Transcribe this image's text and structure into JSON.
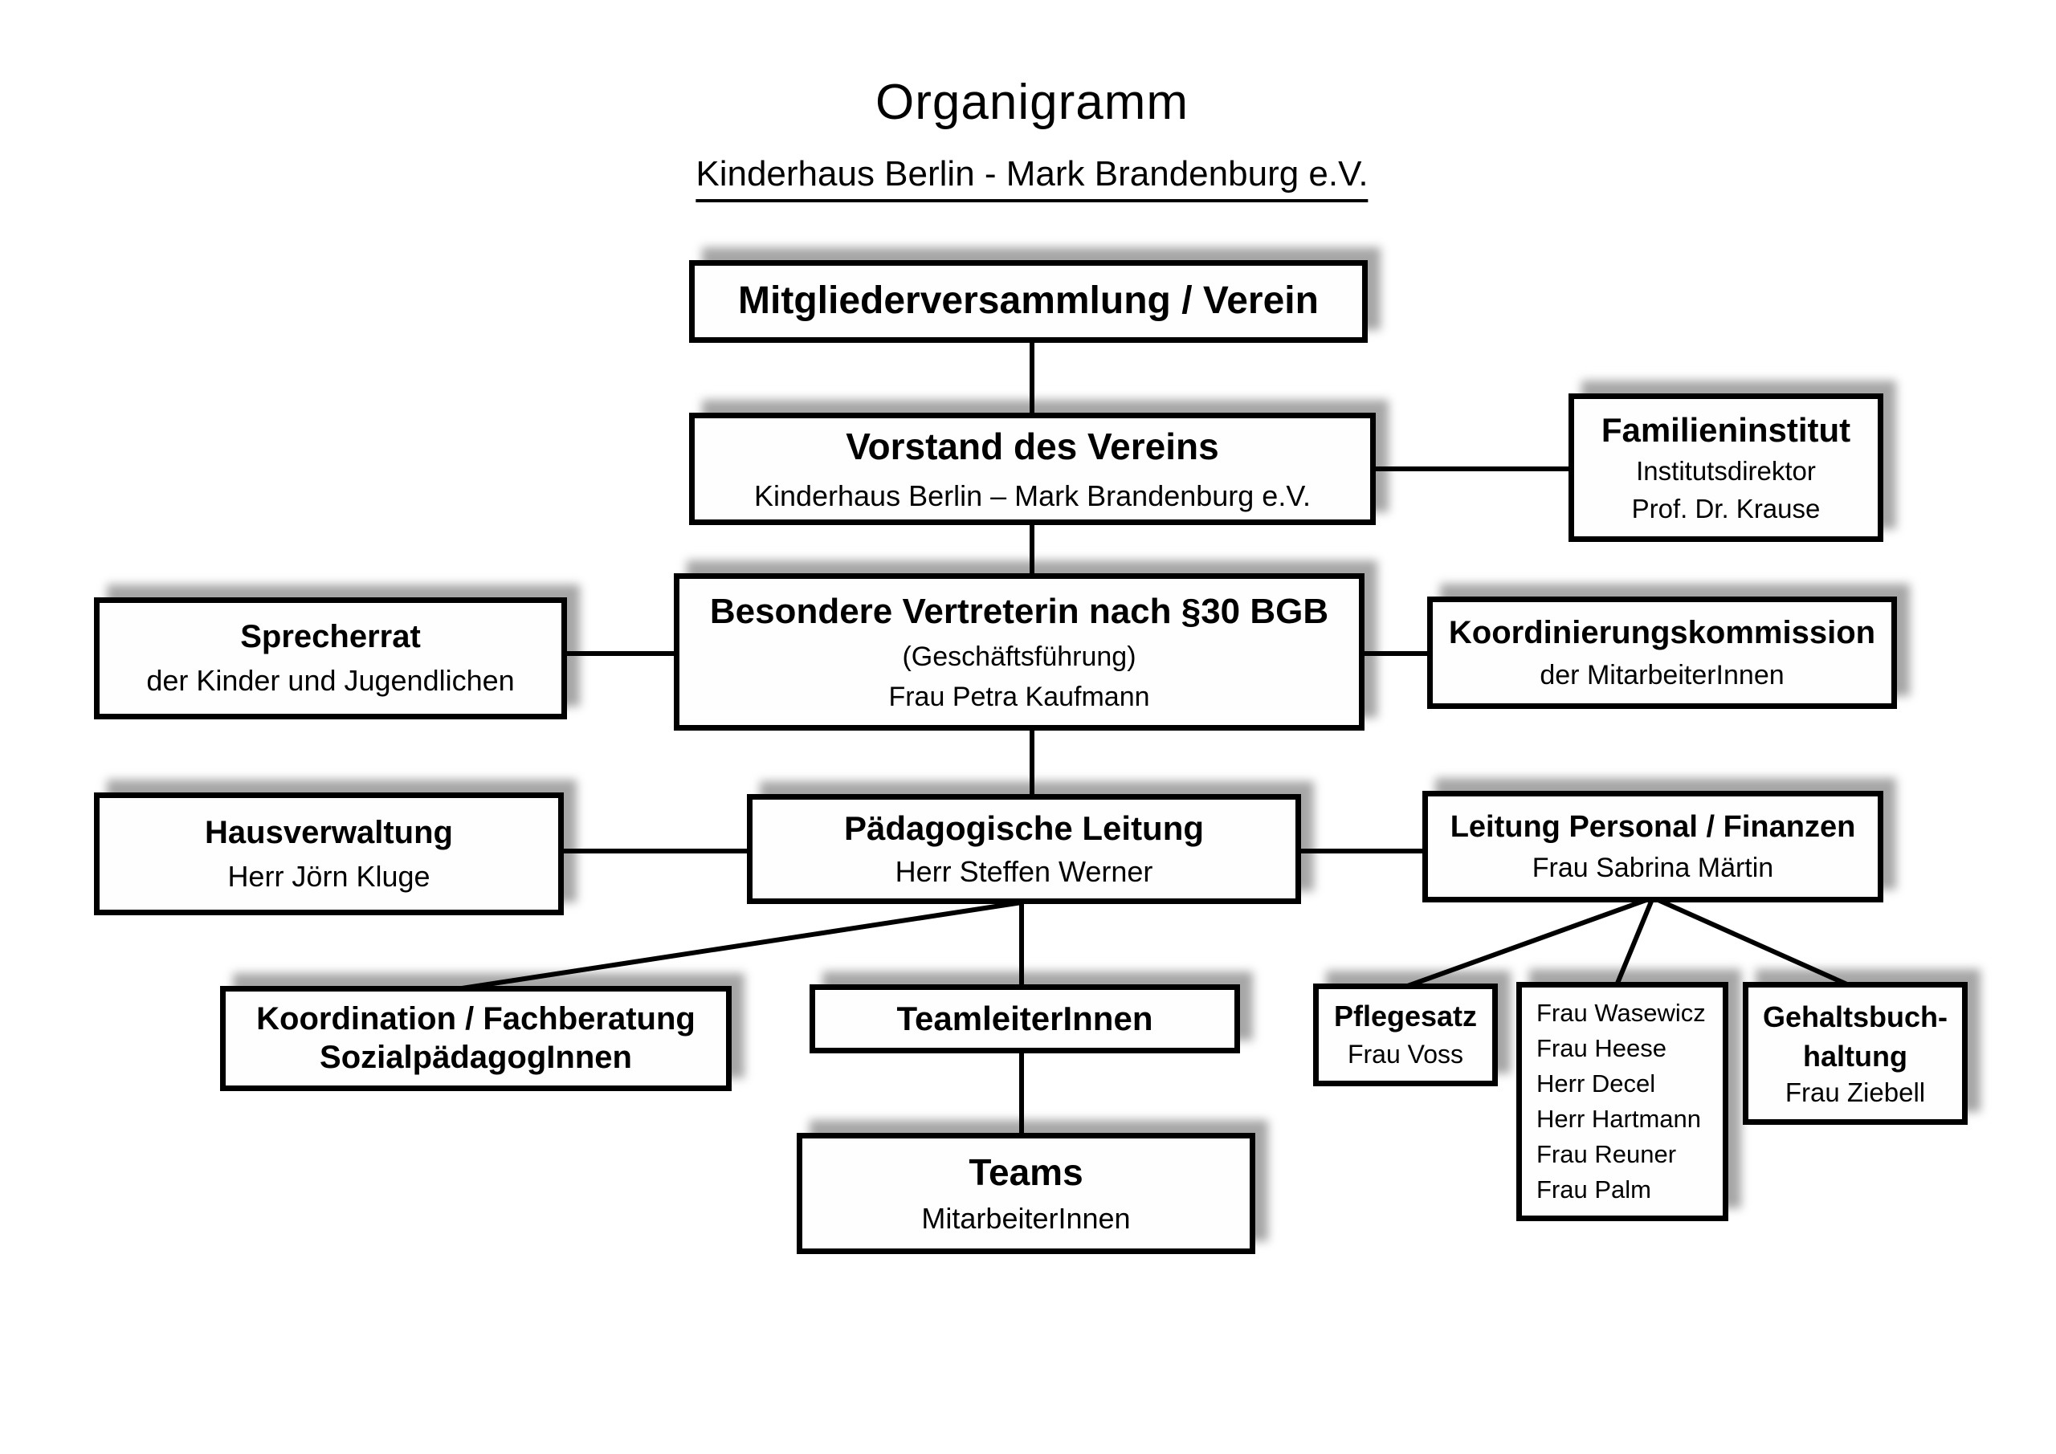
{
  "title": "Organigramm",
  "subtitle": "Kinderhaus Berlin - Mark Brandenburg e.V.",
  "nodes": {
    "mitglieder": {
      "title": "Mitgliederversammlung / Verein"
    },
    "vorstand": {
      "title": "Vorstand des Vereins",
      "subtitle": "Kinderhaus Berlin – Mark Brandenburg e.V."
    },
    "familieninstitut": {
      "title": "Familieninstitut",
      "role": "Institutsdirektor",
      "person": "Prof. Dr. Krause"
    },
    "besondere_vertreterin": {
      "title": "Besondere Vertreterin nach §30 BGB",
      "role": "(Geschäftsführung)",
      "person": "Frau Petra Kaufmann"
    },
    "sprecherrat": {
      "title": "Sprecherrat",
      "subtitle": "der Kinder und Jugendlichen"
    },
    "koordinierungskommission": {
      "title": "Koordinierungskommission",
      "subtitle": "der MitarbeiterInnen"
    },
    "hausverwaltung": {
      "title": "Hausverwaltung",
      "person": "Herr Jörn Kluge"
    },
    "paedagogische_leitung": {
      "title": "Pädagogische Leitung",
      "person": "Herr Steffen Werner"
    },
    "leitung_personal_finanzen": {
      "title": "Leitung Personal / Finanzen",
      "person": "Frau Sabrina Märtin"
    },
    "koordination_fachberatung": {
      "title_line1": "Koordination / Fachberatung",
      "title_line2": "SozialpädagogInnen"
    },
    "teamleiterinnen": {
      "title": "TeamleiterInnen"
    },
    "teams": {
      "title": "Teams",
      "subtitle": "MitarbeiterInnen"
    },
    "pflegesatz": {
      "title": "Pflegesatz",
      "person": "Frau Voss"
    },
    "personal_liste": {
      "members": [
        "Frau Wasewicz",
        "Frau Heese",
        "Herr Decel",
        "Herr Hartmann",
        "Frau Reuner",
        "Frau Palm"
      ]
    },
    "gehaltsbuchhaltung": {
      "title_line1": "Gehaltsbuch-",
      "title_line2": "haltung",
      "person": "Frau Ziebell"
    }
  },
  "colors": {
    "background": "#ffffff",
    "box_background": "#fefefe",
    "box_border": "#000000",
    "connector": "#000000",
    "shadow": "#a0a0a0",
    "text": "#000000"
  }
}
